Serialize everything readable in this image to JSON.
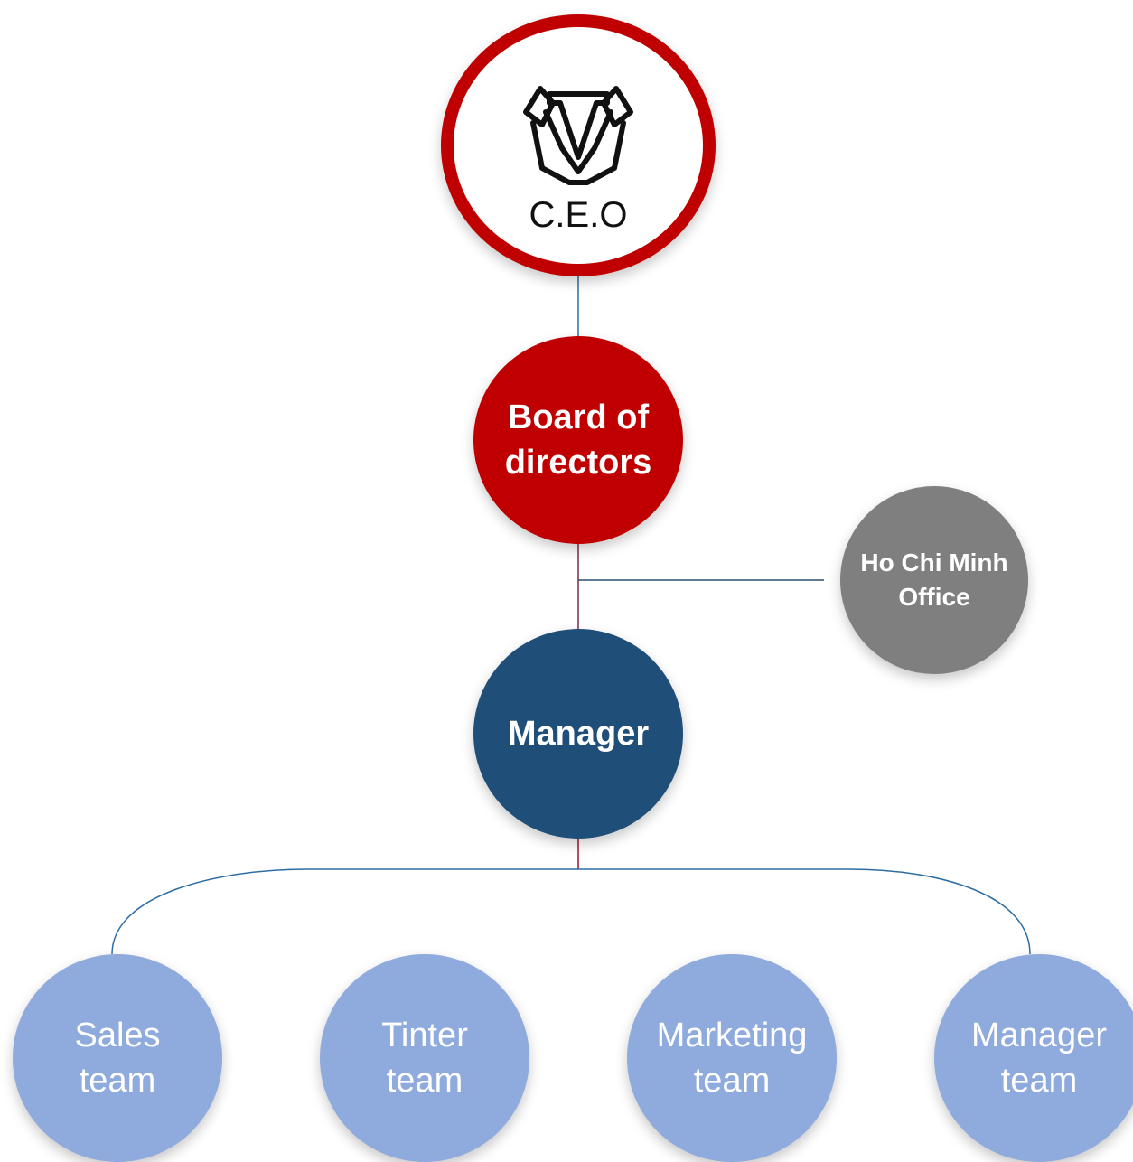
{
  "ceo": {
    "label": "C.E.O",
    "icon": "suit-tie-icon"
  },
  "board": {
    "label": "Board of\ndirectors"
  },
  "office": {
    "label": "Ho Chi Minh\nOffice"
  },
  "manager": {
    "label": "Manager"
  },
  "teams": [
    {
      "label": "Sales\nteam"
    },
    {
      "label": "Tinter\nteam"
    },
    {
      "label": "Marketing\nteam"
    },
    {
      "label": "Manager\nteam"
    }
  ],
  "colors": {
    "ceo_ring": "#c00000",
    "board": "#c00000",
    "office": "#7f7f7f",
    "manager": "#1f4e79",
    "team": "#8faadc",
    "connector_blue": "#2e6da4",
    "connector_red": "#8b1a1a"
  }
}
